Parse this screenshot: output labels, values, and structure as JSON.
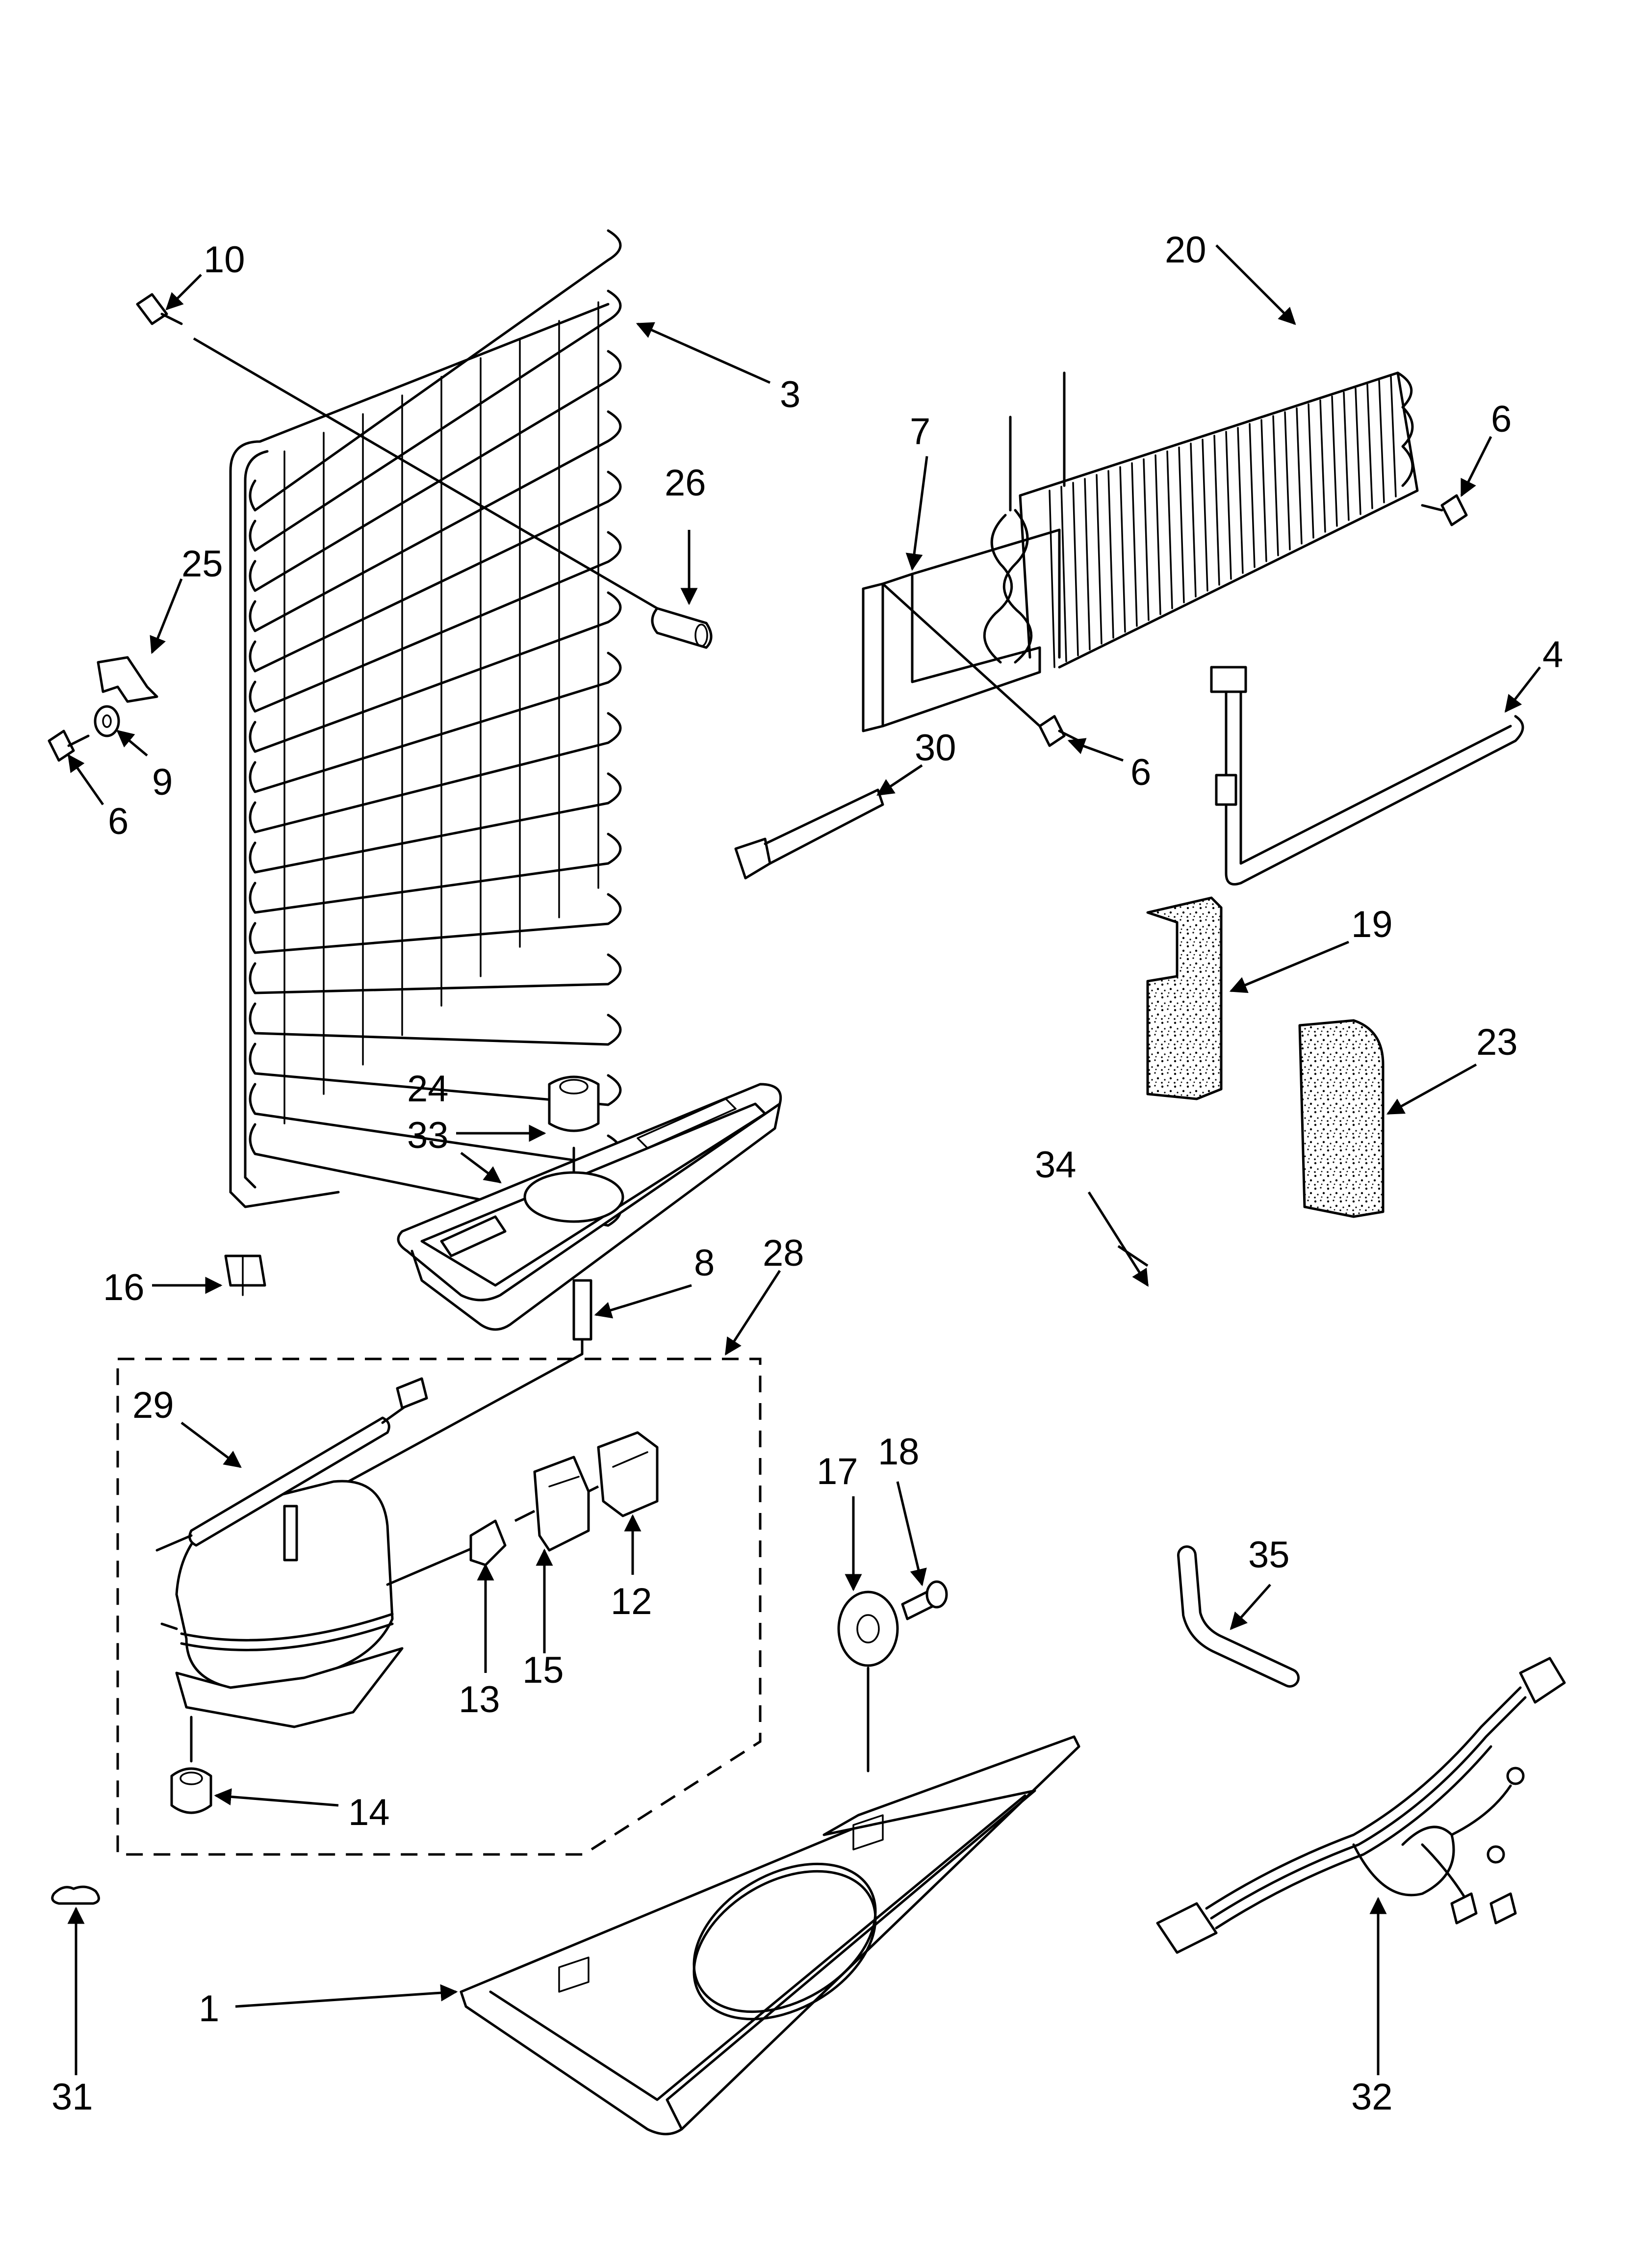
{
  "callouts": [
    {
      "id": "1",
      "text": "1"
    },
    {
      "id": "3",
      "text": "3"
    },
    {
      "id": "4",
      "text": "4"
    },
    {
      "id": "6a",
      "text": "6"
    },
    {
      "id": "6b",
      "text": "6"
    },
    {
      "id": "6c",
      "text": "6"
    },
    {
      "id": "7",
      "text": "7"
    },
    {
      "id": "8",
      "text": "8"
    },
    {
      "id": "9",
      "text": "9"
    },
    {
      "id": "10",
      "text": "10"
    },
    {
      "id": "12",
      "text": "12"
    },
    {
      "id": "13",
      "text": "13"
    },
    {
      "id": "14",
      "text": "14"
    },
    {
      "id": "15",
      "text": "15"
    },
    {
      "id": "16",
      "text": "16"
    },
    {
      "id": "17",
      "text": "17"
    },
    {
      "id": "18",
      "text": "18"
    },
    {
      "id": "19",
      "text": "19"
    },
    {
      "id": "20",
      "text": "20"
    },
    {
      "id": "23",
      "text": "23"
    },
    {
      "id": "24",
      "text": "24"
    },
    {
      "id": "25",
      "text": "25"
    },
    {
      "id": "26",
      "text": "26"
    },
    {
      "id": "28",
      "text": "28"
    },
    {
      "id": "29",
      "text": "29"
    },
    {
      "id": "30",
      "text": "30"
    },
    {
      "id": "31",
      "text": "31"
    },
    {
      "id": "32",
      "text": "32"
    },
    {
      "id": "33",
      "text": "33"
    },
    {
      "id": "34",
      "text": "34"
    },
    {
      "id": "35",
      "text": "35"
    }
  ],
  "colors": {
    "ink": "#000000",
    "paper": "#ffffff"
  }
}
